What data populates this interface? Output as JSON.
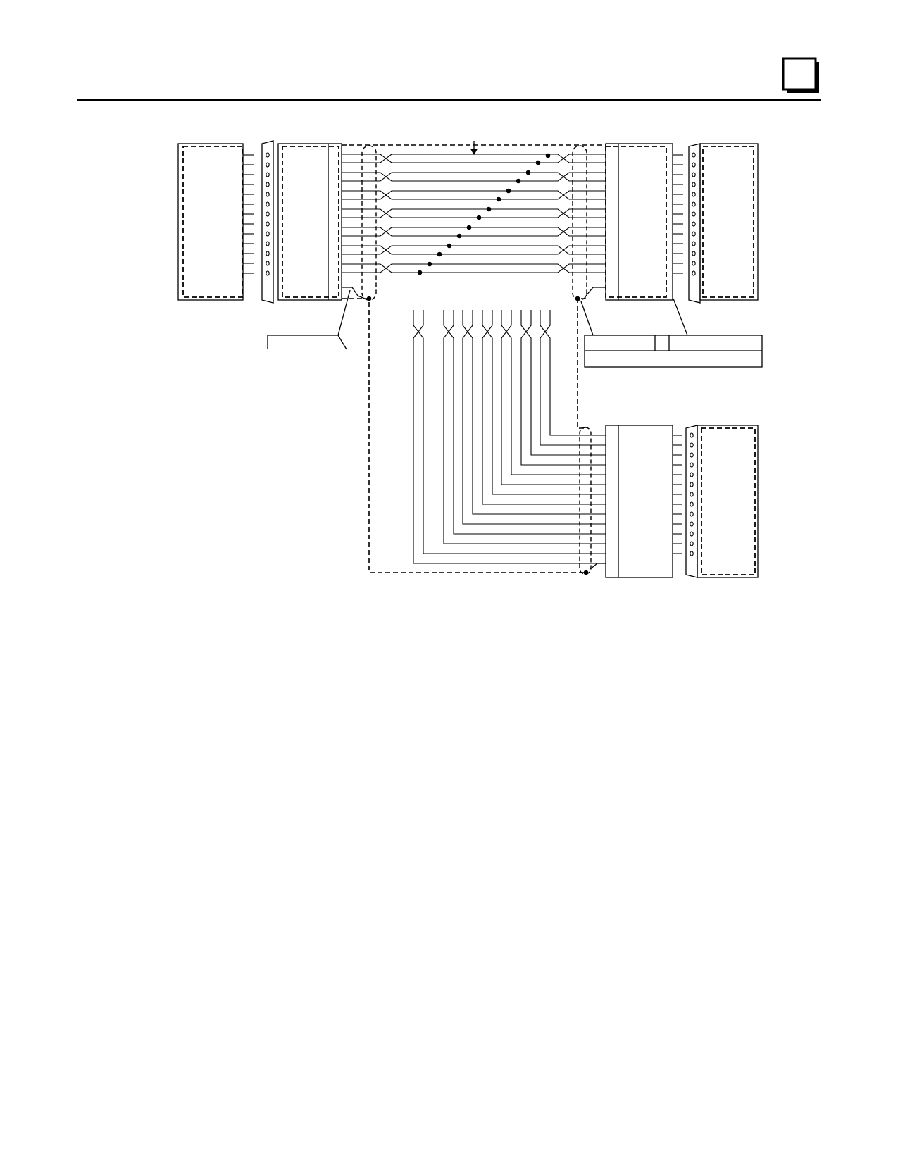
{
  "page": {
    "corner_tab": {
      "label": ""
    }
  },
  "diagram": {
    "type": "wiring-diagram",
    "stroke_color": "#000000",
    "background_color": "#ffffff",
    "twisted_pair_count": 7,
    "branch_pair_count": 7,
    "connector_pin_rows": 13,
    "labels": []
  }
}
